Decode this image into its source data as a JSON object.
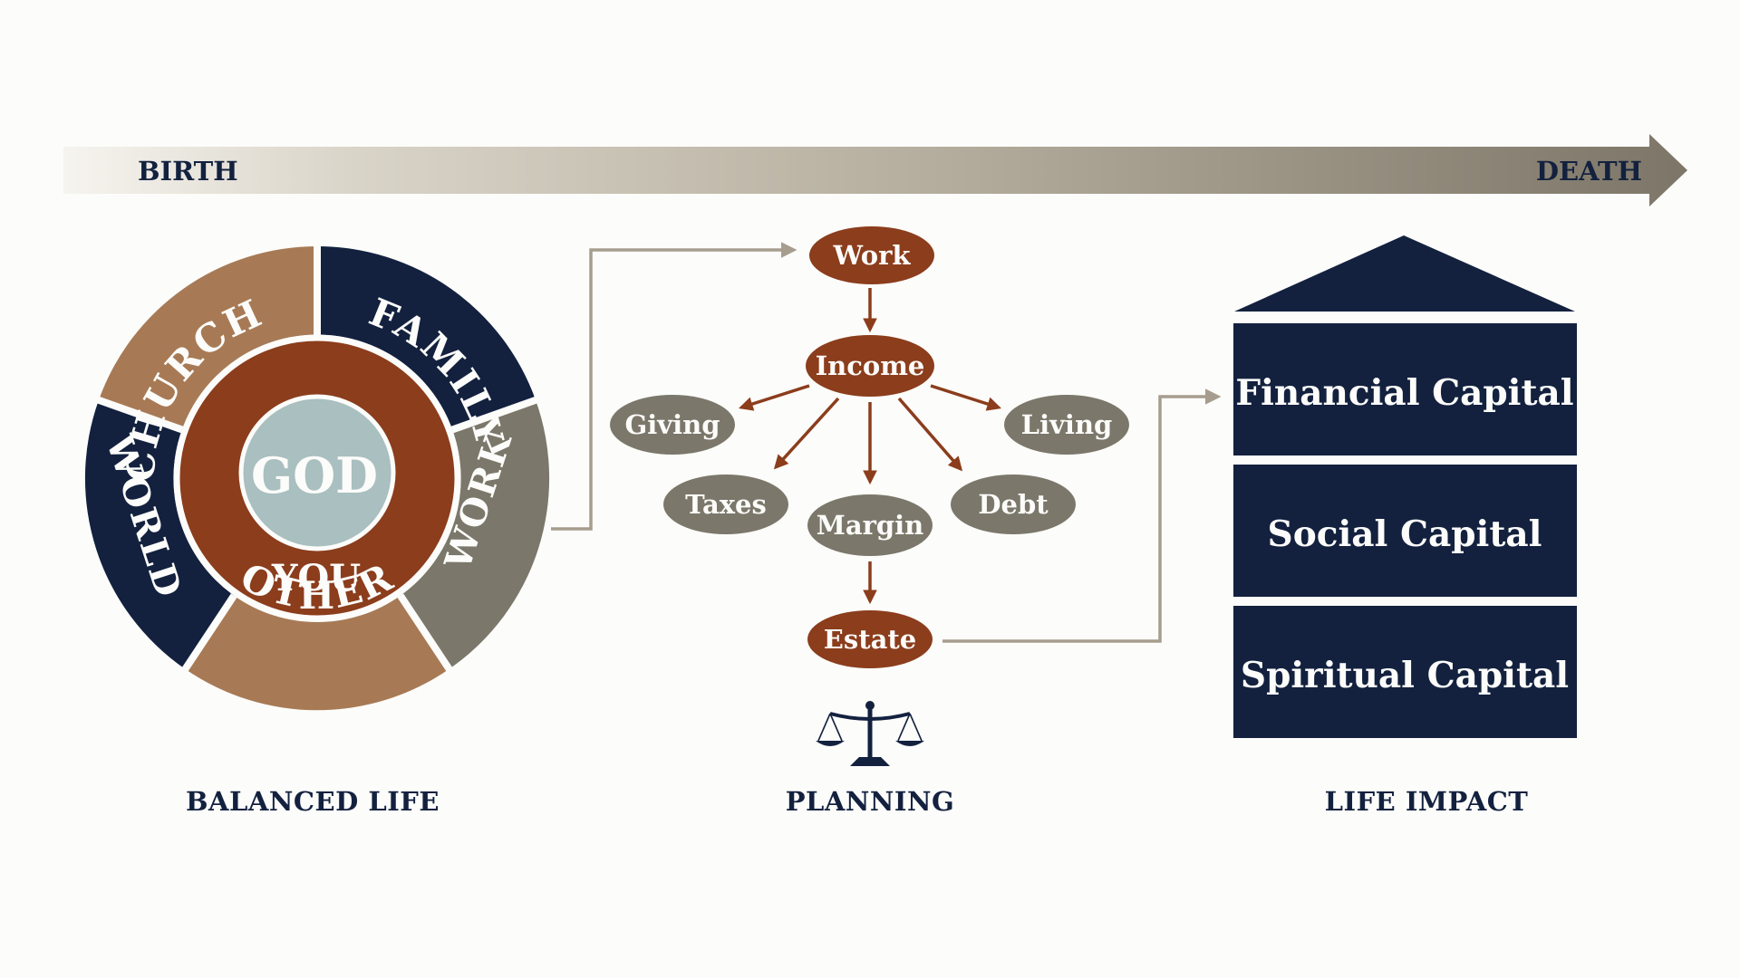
{
  "timeline": {
    "start_label": "BIRTH",
    "end_label": "DEATH"
  },
  "balanced_life": {
    "caption": "BALANCED LIFE",
    "center": "GOD",
    "inner": "YOU",
    "segments": {
      "church": "CHURCH",
      "family": "FAMILY",
      "work": "WORK",
      "other": "OTHER",
      "world": "WORLD"
    }
  },
  "planning": {
    "caption": "PLANNING",
    "nodes": {
      "work": "Work",
      "income": "Income",
      "giving": "Giving",
      "living": "Living",
      "taxes": "Taxes",
      "margin": "Margin",
      "debt": "Debt",
      "estate": "Estate"
    },
    "icon": "scales-of-justice-icon"
  },
  "life_impact": {
    "caption": "LIFE IMPACT",
    "blocks": {
      "financial": "Financial Capital",
      "social": "Social Capital",
      "spiritual": "Spiritual Capital"
    }
  },
  "colors": {
    "navy": "#13213f",
    "rust": "#8b3d1c",
    "tan": "#a77a55",
    "gray": "#7b776a",
    "light_blue": "#a9bfc0",
    "connector": "#a79d8f"
  }
}
